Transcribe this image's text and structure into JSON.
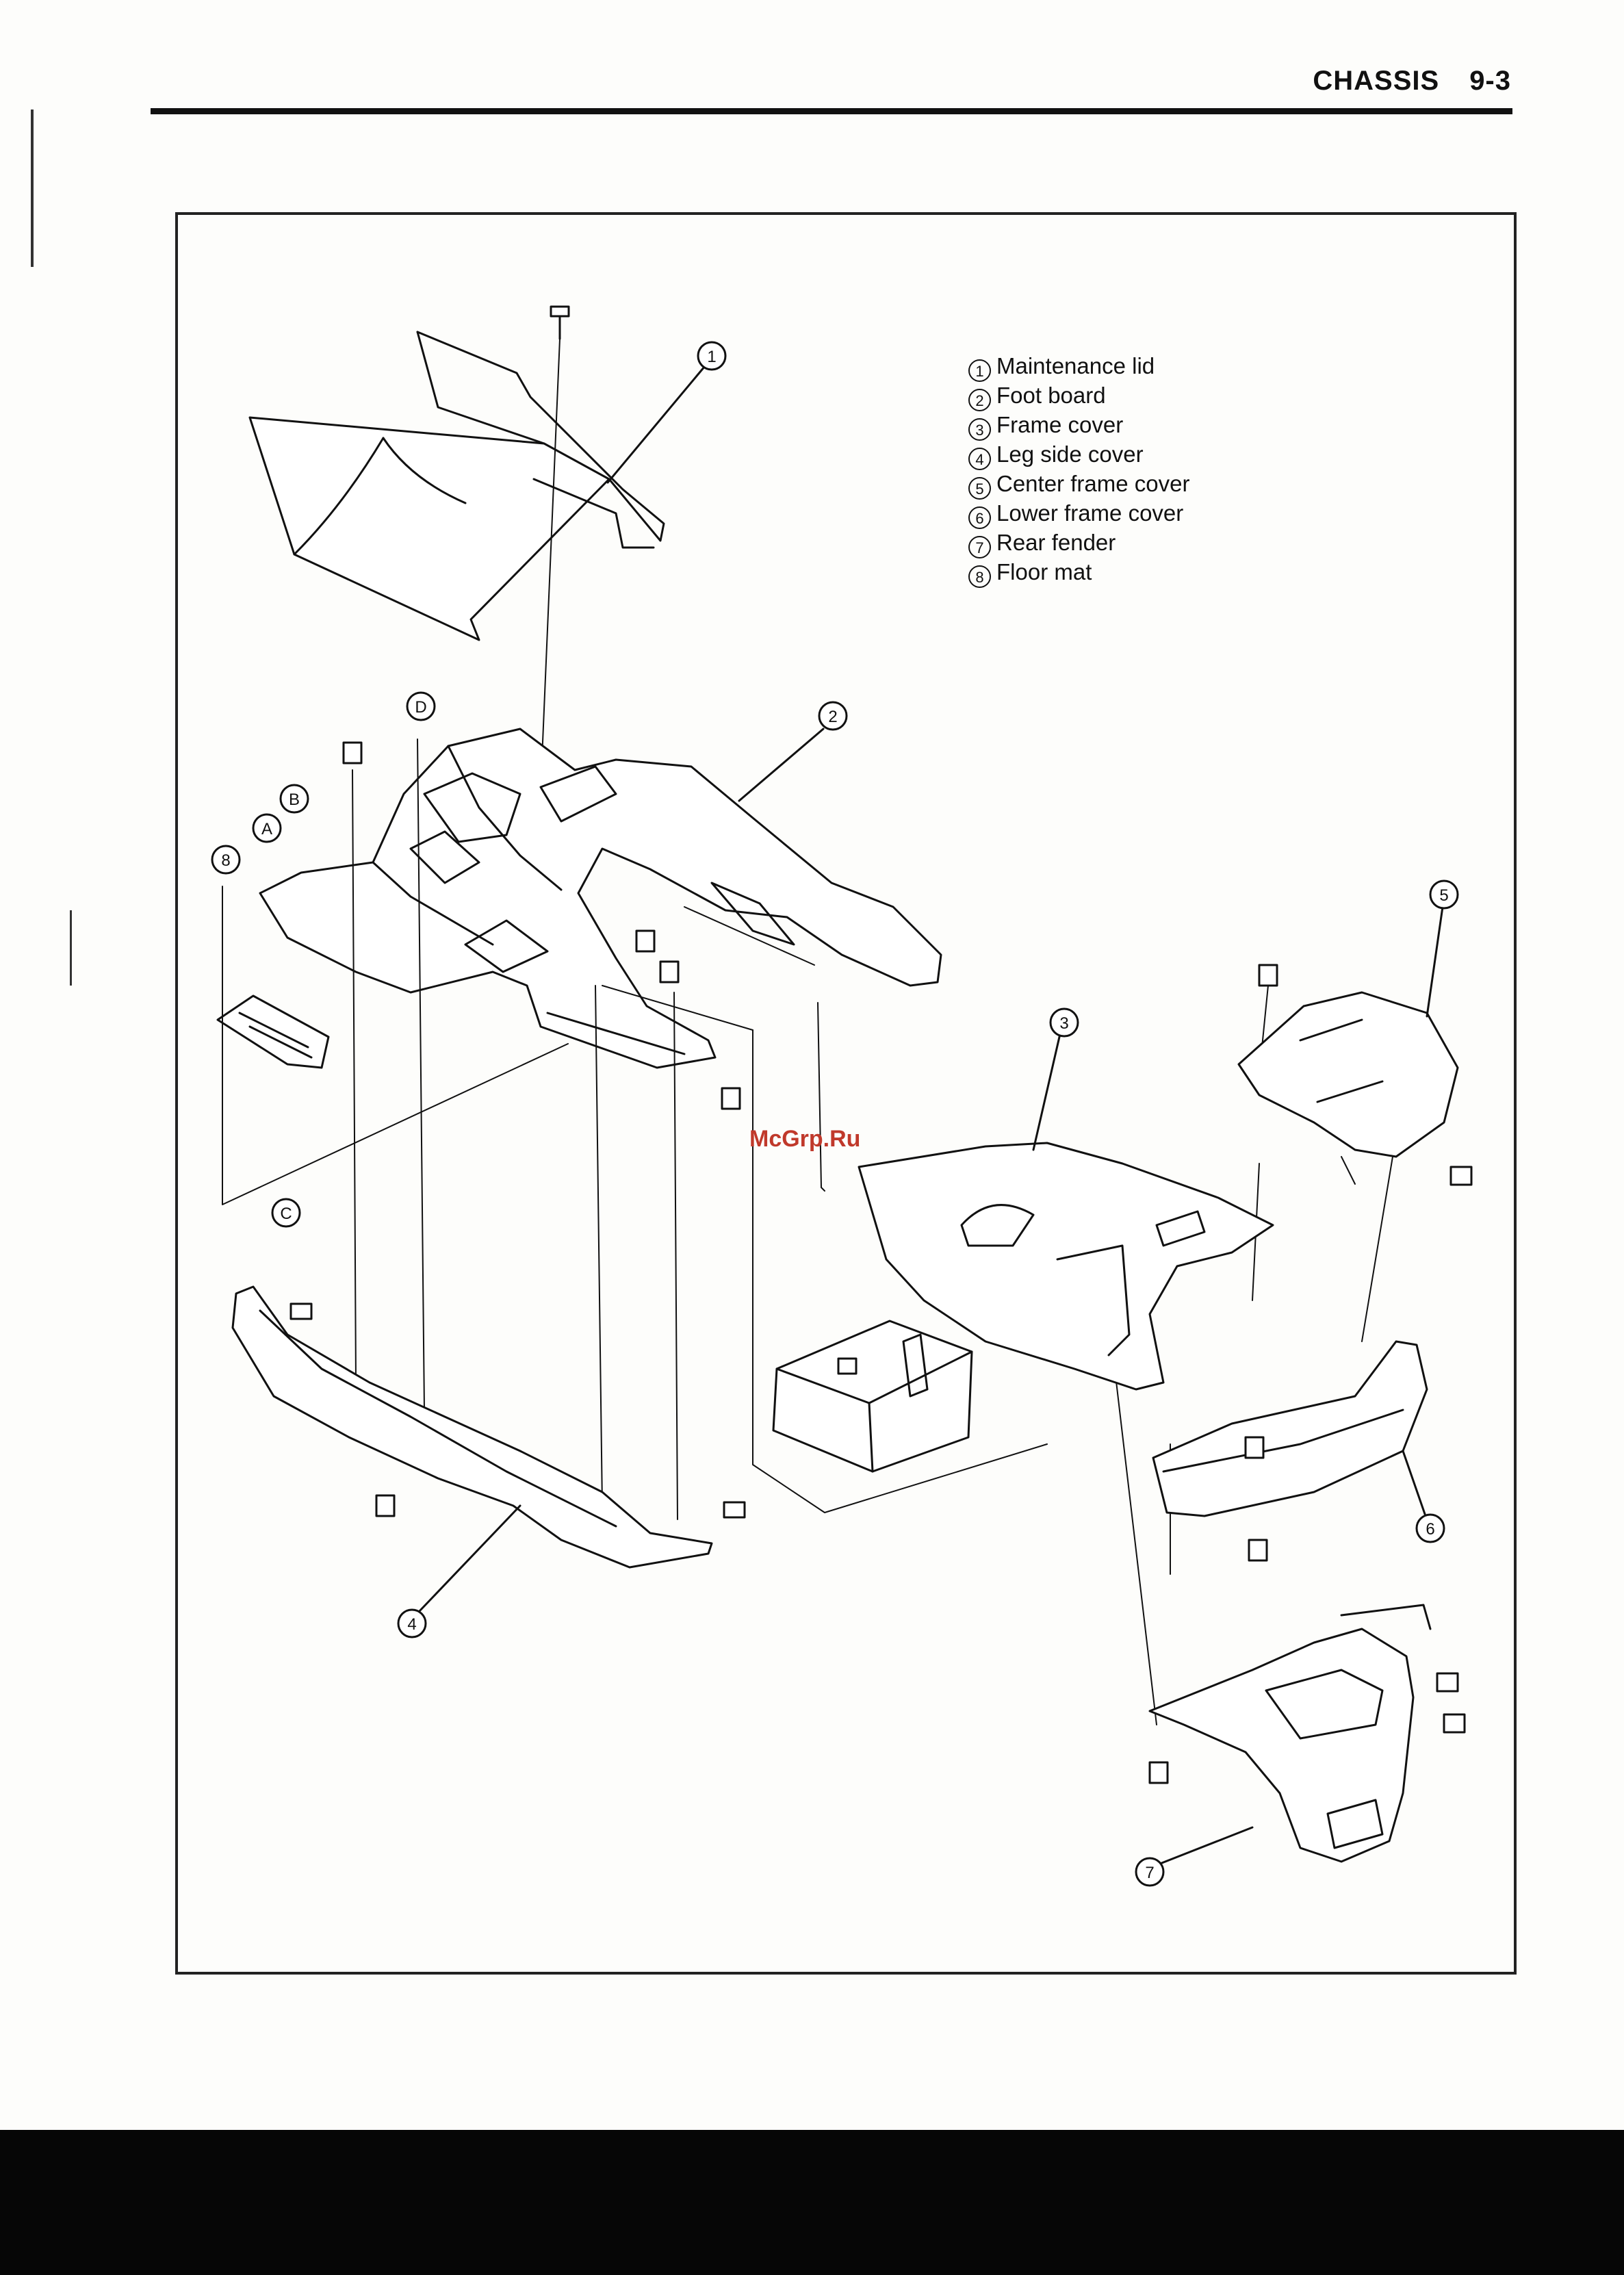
{
  "header": {
    "section": "CHASSIS",
    "page": "9-3"
  },
  "legend": [
    {
      "num": "1",
      "label": "Maintenance lid"
    },
    {
      "num": "2",
      "label": "Foot board"
    },
    {
      "num": "3",
      "label": "Frame cover"
    },
    {
      "num": "4",
      "label": "Leg side cover"
    },
    {
      "num": "5",
      "label": "Center frame cover"
    },
    {
      "num": "6",
      "label": "Lower frame cover"
    },
    {
      "num": "7",
      "label": "Rear fender"
    },
    {
      "num": "8",
      "label": "Floor mat"
    }
  ],
  "callouts": {
    "c1": "1",
    "c2": "2",
    "c3": "3",
    "c4": "4",
    "c5": "5",
    "c6": "6",
    "c7": "7",
    "c8": "8",
    "ref_a": "A",
    "ref_b": "B",
    "ref_c": "C",
    "ref_d": "D"
  },
  "watermark": "McGrp.Ru",
  "colors": {
    "ink": "#111111",
    "paper": "#fdfdfb",
    "watermark": "#c0392b"
  }
}
